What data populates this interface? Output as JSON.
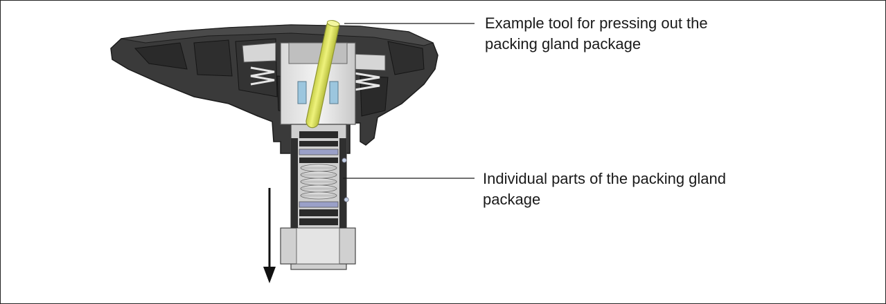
{
  "figure": {
    "callouts": [
      {
        "id": "tool",
        "line1": "Example tool for pressing out the",
        "line2": "packing gland package"
      },
      {
        "id": "parts",
        "line1": "Individual parts of the packing gland",
        "line2": "package"
      }
    ],
    "arrow": {
      "direction": "down",
      "meaning": "press-out direction"
    },
    "colors": {
      "housing": "#3a3a3a",
      "housing_edge": "#1c1c1c",
      "insert_light": "#cfcfcf",
      "tool": "#e2e86a",
      "spring": "#d9d9d9",
      "seal_dark": "#2a2a2a",
      "seal_blue": "#9aa0c8",
      "ring_blue": "#9cc6de"
    }
  }
}
